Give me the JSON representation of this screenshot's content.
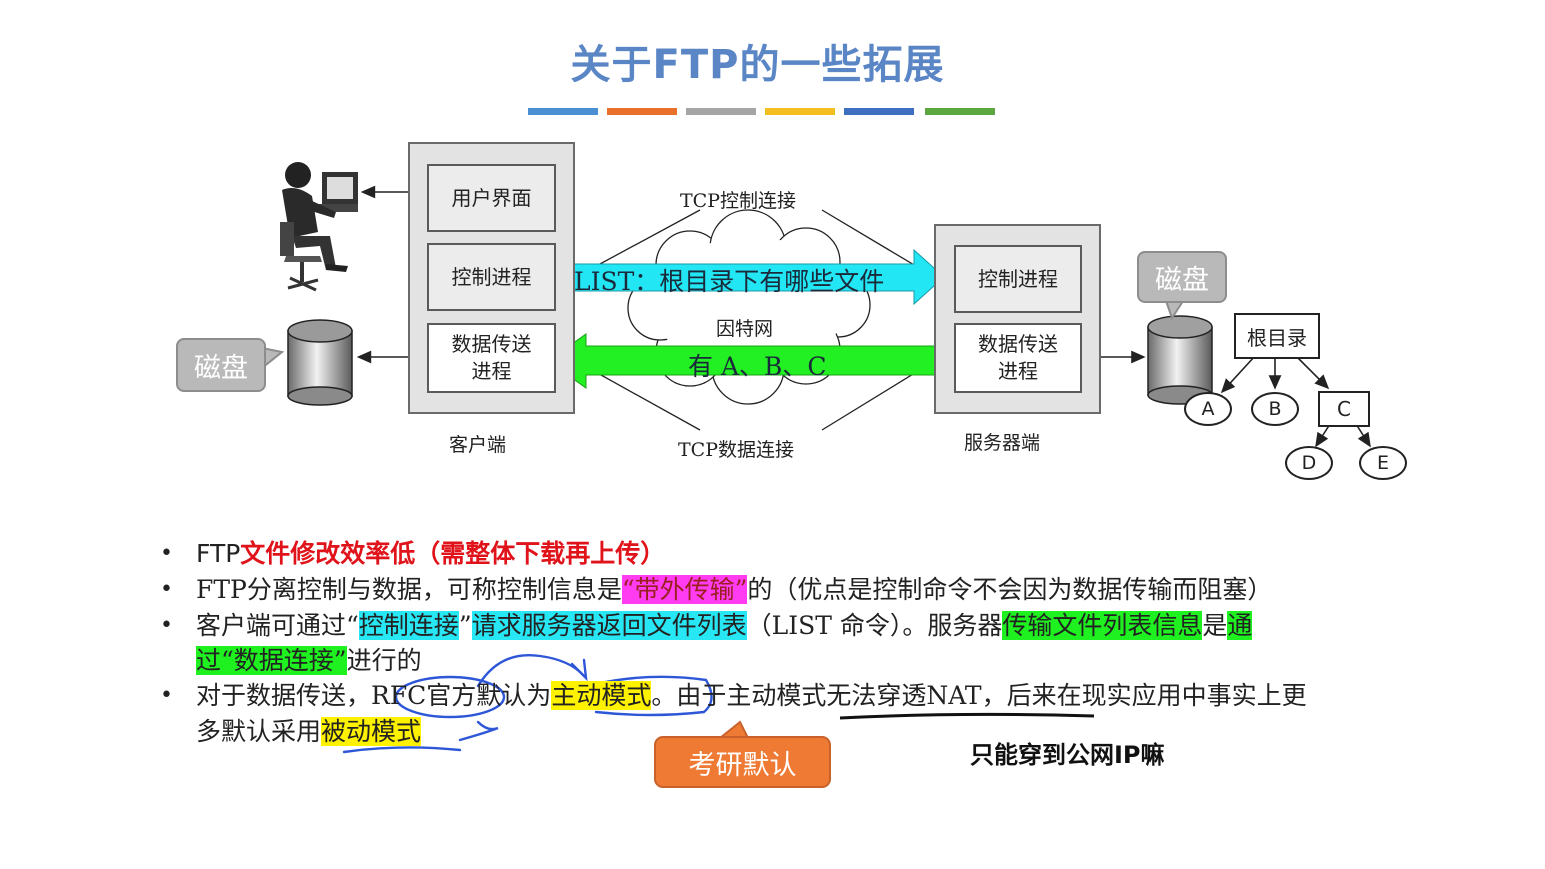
{
  "title": "关于FTP的一些拓展",
  "color_bars": [
    "#4a8fd2",
    "#e8702a",
    "#a5a5a5",
    "#f3be20",
    "#3e6fc1",
    "#5ba63e"
  ],
  "diagram": {
    "client_ui": "用户界面",
    "client_ctrl": "控制进程",
    "client_data_line1": "数据传送",
    "client_data_line2": "进程",
    "client_label": "客户端",
    "server_ctrl": "控制进程",
    "server_data_line1": "数据传送",
    "server_data_line2": "进程",
    "server_label": "服务器端",
    "tcp_ctrl": "TCP控制连接",
    "tcp_data": "TCP数据连接",
    "internet": "因特网",
    "arrow_list": "LIST：根目录下有哪些文件",
    "arrow_reply": "有 A、B、C",
    "disk_left": "磁盘",
    "disk_right": "磁盘",
    "tree_root": "根目录",
    "tree_a": "A",
    "tree_b": "B",
    "tree_c": "C",
    "tree_d": "D",
    "tree_e": "E"
  },
  "bullets": {
    "b1_prefix": "FTP",
    "b1_red": "文件修改效率低（需整体下载再上传）",
    "b2_prefix": "FTP分离控制与数据，可称控制信息是",
    "b2_hl": "“带外传输”",
    "b2_suffix": "的（优点是控制命令不会因为数据传输而阻塞）",
    "b3_a": "客户端可通过“",
    "b3_hl1": "控制连接",
    "b3_b": "”",
    "b3_hl2": "请求服务器返回文件列表",
    "b3_c": "（LIST 命令）。服务器",
    "b3_hl3": "传输文件列表信息",
    "b3_d": "是",
    "b3_hl4": "通",
    "b3_hl5": "过“数据连接”",
    "b3_e": "进行的",
    "b4_a": "对于数据传送，RFC官方默认为",
    "b4_hl1": "主动模式",
    "b4_b": "。由于主动模式无法穿透NAT，后来在现实应用中事实上更",
    "b4_c": "多默认采用",
    "b4_hl2": "被动模式",
    "bullet_char": "•"
  },
  "callout_exam": "考研默认",
  "note": "只能穿到公网IP嘛"
}
